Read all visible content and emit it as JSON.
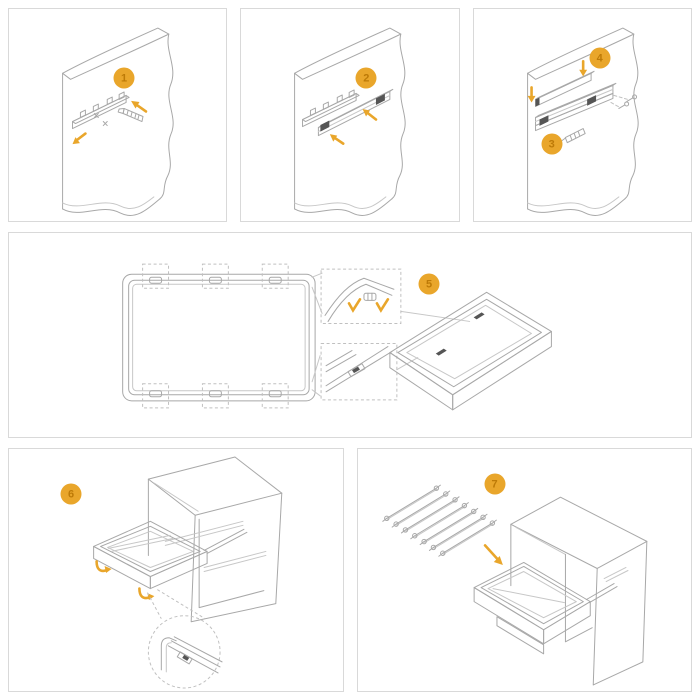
{
  "document": {
    "type": "furniture-assembly-instruction-sheet",
    "visible_text": "step numbers only"
  },
  "colors": {
    "accent": "#e9a62b",
    "badge_number": "#bd7a07",
    "line_art": "#a8a8a8",
    "panel_border": "#d9d9d9",
    "background": "#ffffff",
    "dark_detail": "#555555"
  },
  "steps": [
    {
      "number": "1",
      "depicts": "fix mounting bracket and wall plug to cabinet side panel"
    },
    {
      "number": "2",
      "depicts": "clip slide rail onto mounted bracket"
    },
    {
      "number": "3",
      "depicts": "secure slide with screws and plug"
    },
    {
      "number": "4",
      "depicts": "snap cover profile over slide"
    },
    {
      "number": "5",
      "depicts": "attach clips to frame (top view, detail insets, assembled tray)"
    },
    {
      "number": "6",
      "depicts": "insert frame onto extended runners in cabinet"
    },
    {
      "number": "7",
      "depicts": "place hanger bars onto pull-out frame"
    }
  ]
}
